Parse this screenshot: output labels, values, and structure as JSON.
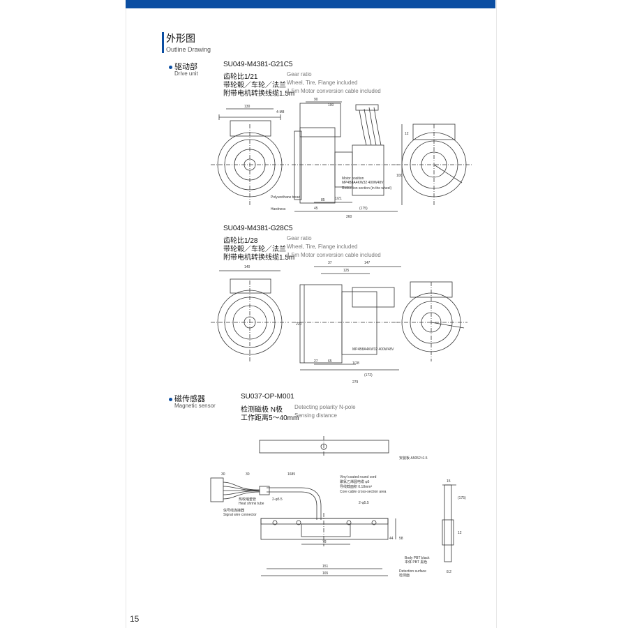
{
  "header": {
    "title_cn": "外形图",
    "title_en": "Outline Drawing"
  },
  "drive_unit": {
    "heading_cn": "驱动部",
    "heading_en": "Drive unit",
    "models": [
      {
        "model": "SU049-M4381-G21C5",
        "specs": [
          {
            "cn": "齿轮比1/21",
            "en": "Gear ratio"
          },
          {
            "cn": "带轮毂／车轮／法兰",
            "en": "Wheel, Tire, Flange included"
          },
          {
            "cn": "附带电机转换线缆1.5m",
            "en": "1.5m Motor conversion cable included"
          }
        ],
        "dims": {
          "d1": "130",
          "d2": "4-M8",
          "d3": "90",
          "d4": "100",
          "d5": "85",
          "d6": "45",
          "d7": "(175)",
          "d8": "260",
          "d9": "1/21",
          "d10": "12",
          "d11": "100"
        },
        "labels": {
          "motor": "MP4B8A4KW32 400W48V",
          "nameplate": "Motor position",
          "reduction": "Reduction section (in the wheel)",
          "polyurethane": "Polyurethane tread",
          "hardness": "Hardness"
        }
      },
      {
        "model": "SU049-M4381-G28C5",
        "specs": [
          {
            "cn": "齿轮比1/28",
            "en": "Gear ratio"
          },
          {
            "cn": "带轮毂／车轮／法兰",
            "en": "Wheel, Tire, Flange included"
          },
          {
            "cn": "附带电机转换线缆1.5m",
            "en": "1.5m Motor conversion cable included"
          }
        ],
        "dims": {
          "d1": "140",
          "d2": "37",
          "d3": "147",
          "d4": "125",
          "d5": "65",
          "d6": "27",
          "d7": "(172)",
          "d8": "279",
          "d9": "1/28",
          "d10": "220"
        },
        "labels": {
          "motor": "MP4B8A4KW32 400W48V"
        }
      }
    ]
  },
  "sensor": {
    "heading_cn": "磁传感器",
    "heading_en": "Magnetic sensor",
    "model": "SU037-OP-M001",
    "specs": [
      {
        "cn": "检测磁极 N极",
        "en": "Detecting polarity N-pole"
      },
      {
        "cn": "工作距离5～40mm",
        "en": "Sensing distance"
      }
    ],
    "callouts": {
      "cable": "Vinyl coated round cord",
      "cable_cn": "聚氯乙烯圆电缆 φ5",
      "core": "Core cable cross-section area",
      "core_cn": "导线截面积 0.18mm²",
      "shrink_cn": "热收缩套管",
      "shrink_en": "Heat shrink tube",
      "signal_cn": "信号线连接器",
      "signal_en": "Signal wire connector",
      "body_en": "Body PBT black",
      "body_cn": "本体 PBT 黑色",
      "detect_en": "Detection surface",
      "detect_cn": "检测面",
      "plate": "安装板 A5052 t1.5",
      "holes": "2-φ5.5"
    },
    "dims": {
      "a": "30",
      "b": "30",
      "c": "1685",
      "d": "151",
      "e": "165",
      "f": "78",
      "g": "44",
      "h": "58",
      "i": "15",
      "j": "(175)",
      "k": "12",
      "l": "8.2"
    }
  },
  "footer": {
    "page": "15"
  }
}
